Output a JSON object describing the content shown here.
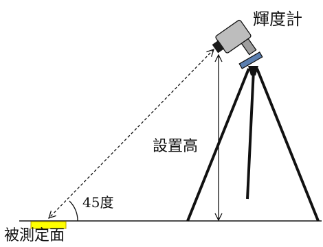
{
  "labels": {
    "luminance_meter": "輝度計",
    "installation_height": "設置高",
    "angle": "45度",
    "measured_surface": "被測定面"
  },
  "colors": {
    "line": "#111111",
    "meter_body": "#bdbdbd",
    "meter_lens": "#1a1a1a",
    "mount_plate": "#5b7fb0",
    "target": "#ffff00",
    "target_border": "#b8a000"
  }
}
